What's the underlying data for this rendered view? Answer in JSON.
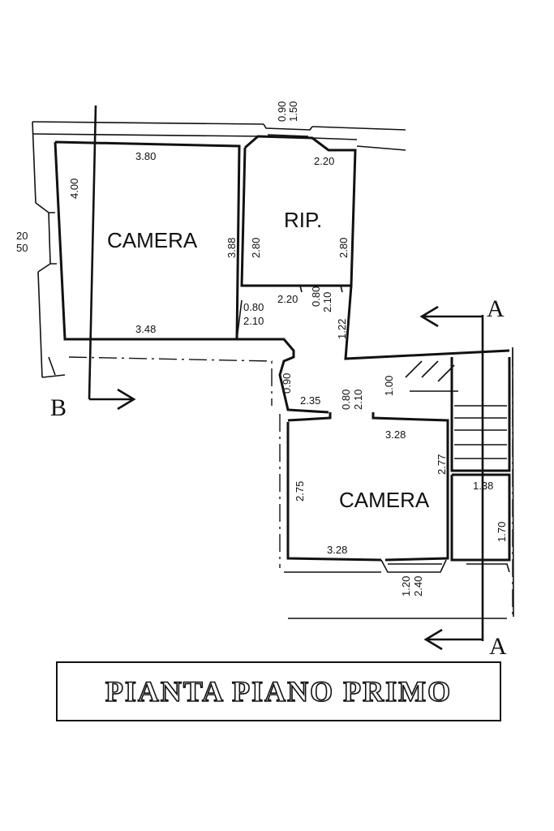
{
  "plan_title": "PIANTA PIANO PRIMO",
  "rooms": {
    "camera_top": "CAMERA",
    "ripostiglio": "RIP.",
    "camera_bottom": "CAMERA"
  },
  "section_markers": {
    "a_top": "A",
    "a_bottom": "A",
    "b": "B"
  },
  "dimensions": {
    "d_380": "3.80",
    "d_400": "4.00",
    "d_388": "3.88",
    "d_348": "3.48",
    "d_220_rip_top": "2.20",
    "d_280_rip_left": "2.80",
    "d_280_rip_right": "2.80",
    "d_220_rip_bottom": "2.20",
    "d_080_a": "0.80",
    "d_210_a": "2.10",
    "d_080_b": "0.80",
    "d_210_b": "2.10",
    "d_122": "1.22",
    "d_090_side": "0.90",
    "d_100": "1.00",
    "d_235": "2.35",
    "d_080_c": "0.80",
    "d_210_c": "2.10",
    "d_328_top": "3.28",
    "d_277": "2.77",
    "d_275": "2.75",
    "d_328_bottom": "3.28",
    "d_138": "1.38",
    "d_170": "1.70",
    "d_120": "1.20",
    "d_240": "2.40",
    "d_090_top": "0.90",
    "d_150_top": "1.50",
    "d_20": "20",
    "d_50": "50"
  }
}
